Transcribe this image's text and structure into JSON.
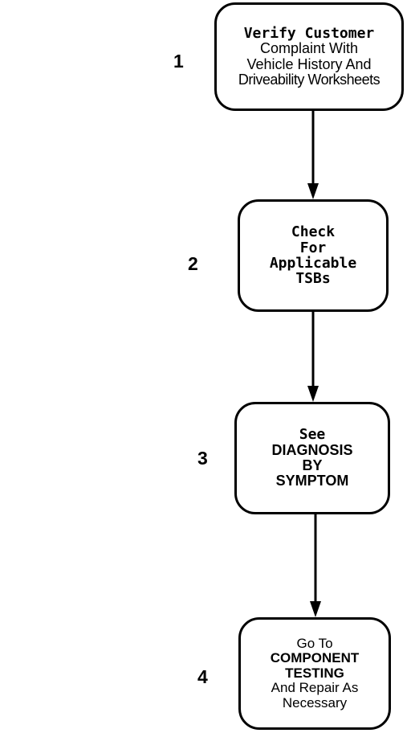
{
  "flowchart": {
    "steps": [
      {
        "number": "1",
        "lines": [
          "Verify Customer",
          "Complaint With",
          "Vehicle History And",
          "Driveability Worksheets"
        ]
      },
      {
        "number": "2",
        "lines": [
          "Check",
          "For",
          "Applicable",
          "TSBs"
        ]
      },
      {
        "number": "3",
        "lines": [
          "See",
          "DIAGNOSIS",
          "BY",
          "SYMPTOM"
        ]
      },
      {
        "number": "4",
        "lines": [
          "Go To",
          "COMPONENT",
          "TESTING",
          "And Repair As",
          "Necessary"
        ]
      }
    ],
    "connectors": [
      {
        "from": "1",
        "to": "2"
      },
      {
        "from": "2",
        "to": "3"
      },
      {
        "from": "3",
        "to": "4"
      }
    ]
  }
}
